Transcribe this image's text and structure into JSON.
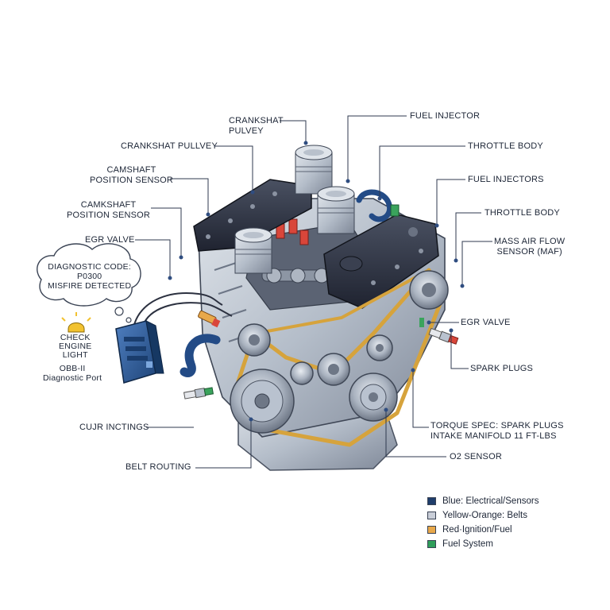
{
  "labels": {
    "crankshaft_pulley_top": "CRANKSHAT\nPULVEY",
    "crankshaft_pulley": "CRANKSHAT PULLVEY",
    "camshaft_sensor_1": "CAMSHAFT\nPOSITION SENSOR",
    "camshaft_sensor_2": "CAMKSHAFT\nPOSITION SENSOR",
    "egr_valve_left": "EGR VALVE",
    "fuel_injector": "FUEL INJECTOR",
    "throttle_body_1": "THROTTLE BODY",
    "fuel_injectors": "FUEL INJECTORS",
    "throttle_body_2": "THROTTLE BODY",
    "maf_sensor": "MASS AIR FLOW\nSENSOR (MAF)",
    "egr_valve_right": "EGR VALVE",
    "spark_plugs": "SPARK PLUGS",
    "torque_spec": "TORQUE SPEC: SPARK PLUGS\nINTAKE MANIFOLD 11 FT-LBS",
    "o2_sensor": "O2 SENSOR",
    "cujr_inctings": "CUJR INCTINGS",
    "belt_routing": "BELT ROUTING"
  },
  "diagnostic": {
    "bubble_text": "DIAGNOSTIC CODE:\nP0300\nMISFIRE DETECTED",
    "check_engine": "CHECK\nENGINE\nLIGHT",
    "obd_port": "OBB-II\nDiagnostic Port"
  },
  "legend": [
    {
      "label": "Blue: Electrical/Sensors",
      "color": "#1f3d6b"
    },
    {
      "label": "Yellow-Orange: Belts",
      "color": "#c9ced8"
    },
    {
      "label": "Red·Ignition/Fuel",
      "color": "#e8a84a"
    },
    {
      "label": "Fuel System",
      "color": "#2f9e5a"
    }
  ],
  "colors": {
    "metal": "#b9c2cf",
    "metal_dark": "#7d8796",
    "cover": "#2c3140",
    "belt": "#d6a33c",
    "sensor_blue": "#2f5f9e",
    "accent_red": "#d9463a",
    "accent_green": "#3aa35c"
  },
  "icons": [
    "thought-bubble-icon",
    "warning-light-icon",
    "obd-module-icon"
  ]
}
